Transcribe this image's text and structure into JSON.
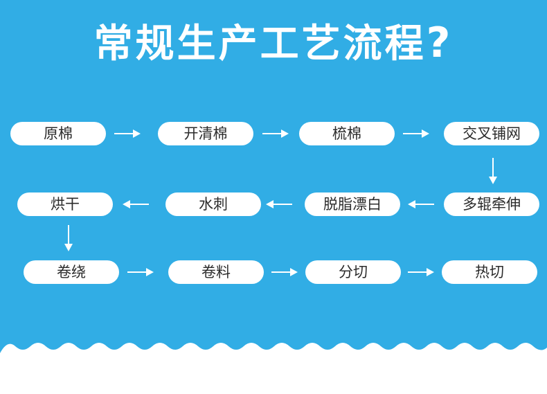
{
  "title": {
    "text": "常规生产工艺流程",
    "suffix": "?"
  },
  "steps": [
    "原棉",
    "开清棉",
    "梳棉",
    "交叉铺网",
    "多辊牵伸",
    "脱脂漂白",
    "水刺",
    "烘干",
    "卷绕",
    "卷料",
    "分切",
    "热切"
  ],
  "colors": {
    "background": "#31ade5",
    "pill": "#ffffff",
    "text": "#2b2b2b",
    "arrow": "#ffffff"
  }
}
